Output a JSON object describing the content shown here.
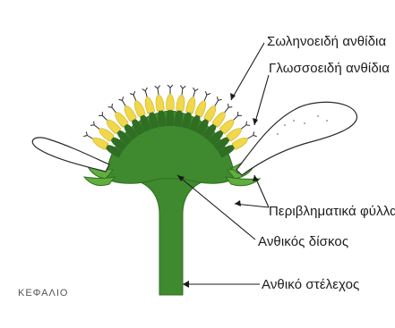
{
  "labels": {
    "tubular_florets": "Σωληνοειδή ανθίδια",
    "ligulate_florets": "Γλωσσοειδή ανθίδια",
    "involucral_bracts": "Περιβληματικά φύλλα",
    "floral_disc": "Ανθικός δίσκος",
    "flower_stem": "Ανθικό στέλεχος"
  },
  "partial_text": "ΚΕΦΑΛΙΟ",
  "colors": {
    "green": "#3f8a2e",
    "dark_green": "#2f6e23",
    "light_green": "#5fae3e",
    "yellow": "#f0d84a",
    "outline": "#2a2a2a",
    "text": "#1b1b1b"
  }
}
